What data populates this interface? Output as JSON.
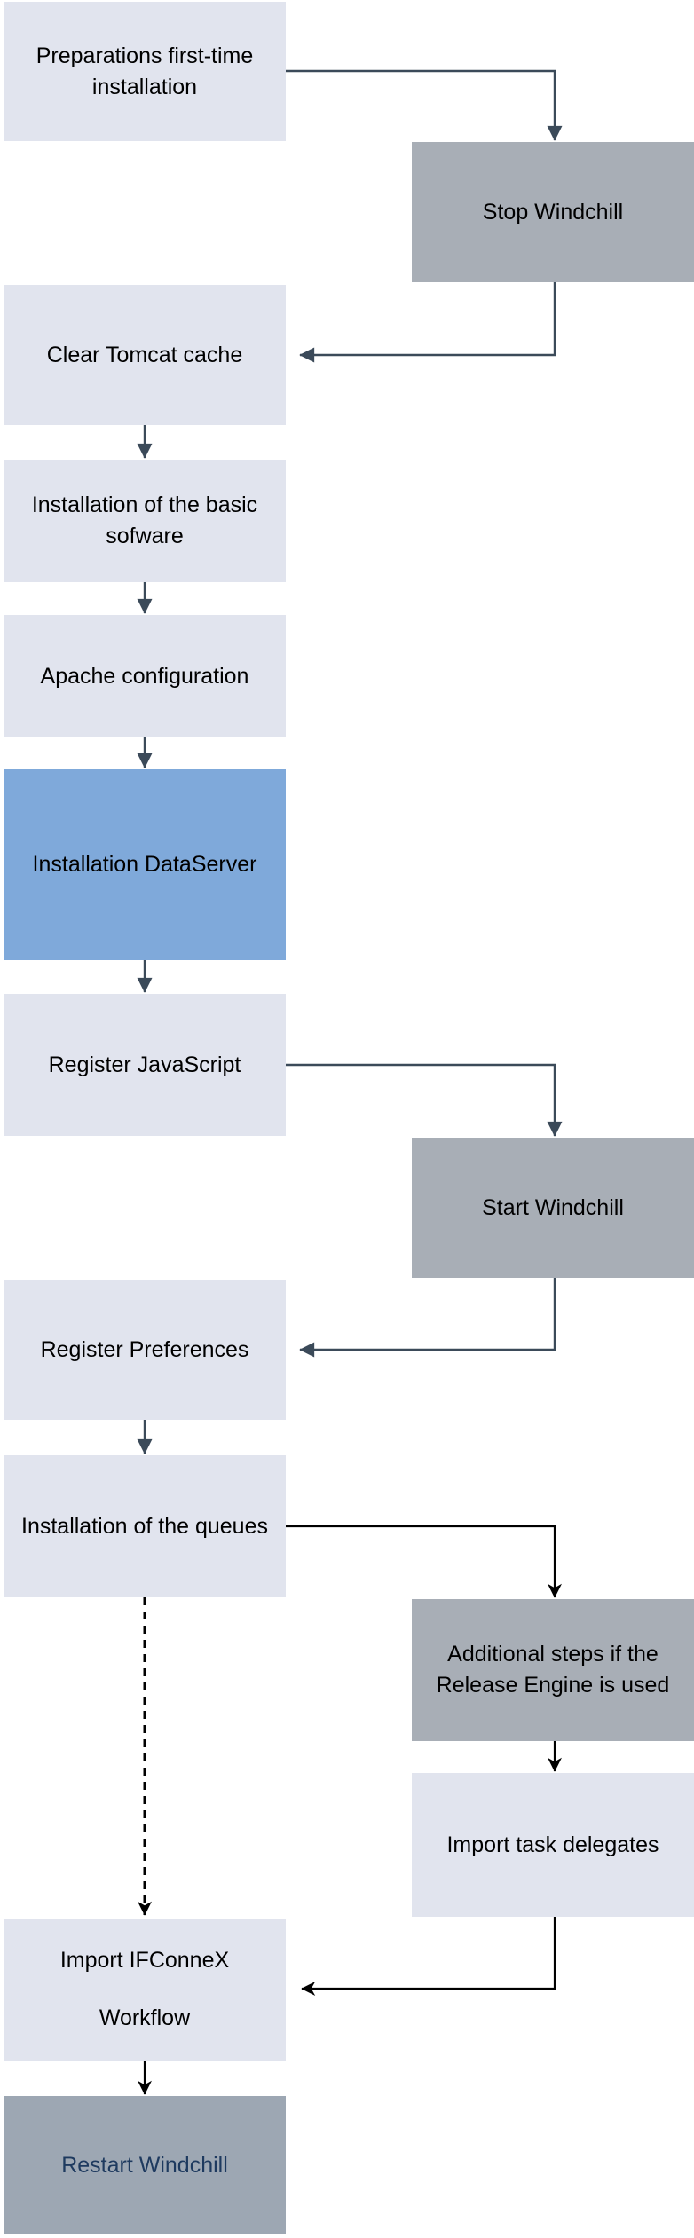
{
  "colors": {
    "node_light": "#e1e4ee",
    "node_gray": "#a8aeb6",
    "node_blue": "#7fa9da",
    "node_accent": "#9da7b3",
    "accent_text": "#1e3a5f",
    "line_slate": "#3b4a59",
    "line_black": "#000000",
    "canvas_bg": "#ffffff"
  },
  "flowchart": {
    "nodes": [
      {
        "id": "preparations",
        "label": "Preparations first-time\ninstallation"
      },
      {
        "id": "stop-windchill",
        "label": "Stop Windchill"
      },
      {
        "id": "clear-tomcat-cache",
        "label": "Clear Tomcat cache"
      },
      {
        "id": "basic-software",
        "label": "Installation of the basic\nsofware"
      },
      {
        "id": "apache-configuration",
        "label": "Apache configuration"
      },
      {
        "id": "installation-dataserver",
        "label": "Installation DataServer"
      },
      {
        "id": "register-javascript",
        "label": "Register JavaScript"
      },
      {
        "id": "start-windchill",
        "label": "Start Windchill"
      },
      {
        "id": "register-preferences",
        "label": "Register Preferences"
      },
      {
        "id": "installation-queues",
        "label": "Installation of the queues"
      },
      {
        "id": "additional-steps-release-engine",
        "label": "Additional steps if the\nRelease Engine is used"
      },
      {
        "id": "import-task-delegates",
        "label": "Import task delegates"
      },
      {
        "id": "import-ifconnex-workflow",
        "label": "Import IFConneX\nWorkflow"
      },
      {
        "id": "restart-windchill",
        "label": "Restart Windchill"
      }
    ],
    "connectors": [
      {
        "from": "preparations",
        "to": "stop-windchill",
        "color": "slate",
        "dashed": false
      },
      {
        "from": "stop-windchill",
        "to": "clear-tomcat-cache",
        "color": "slate",
        "dashed": false
      },
      {
        "from": "clear-tomcat-cache",
        "to": "basic-software",
        "color": "slate",
        "dashed": false
      },
      {
        "from": "basic-software",
        "to": "apache-configuration",
        "color": "slate",
        "dashed": false
      },
      {
        "from": "apache-configuration",
        "to": "installation-dataserver",
        "color": "slate",
        "dashed": false
      },
      {
        "from": "installation-dataserver",
        "to": "register-javascript",
        "color": "slate",
        "dashed": false
      },
      {
        "from": "register-javascript",
        "to": "start-windchill",
        "color": "slate",
        "dashed": false
      },
      {
        "from": "start-windchill",
        "to": "register-preferences",
        "color": "slate",
        "dashed": false
      },
      {
        "from": "register-preferences",
        "to": "installation-queues",
        "color": "slate",
        "dashed": false
      },
      {
        "from": "installation-queues",
        "to": "additional-steps-release-engine",
        "color": "black",
        "dashed": false
      },
      {
        "from": "additional-steps-release-engine",
        "to": "import-task-delegates",
        "color": "black",
        "dashed": false
      },
      {
        "from": "installation-queues",
        "to": "import-ifconnex-workflow",
        "color": "black",
        "dashed": true
      },
      {
        "from": "import-task-delegates",
        "to": "import-ifconnex-workflow",
        "color": "black",
        "dashed": false
      },
      {
        "from": "import-ifconnex-workflow",
        "to": "restart-windchill",
        "color": "black",
        "dashed": false
      }
    ]
  }
}
